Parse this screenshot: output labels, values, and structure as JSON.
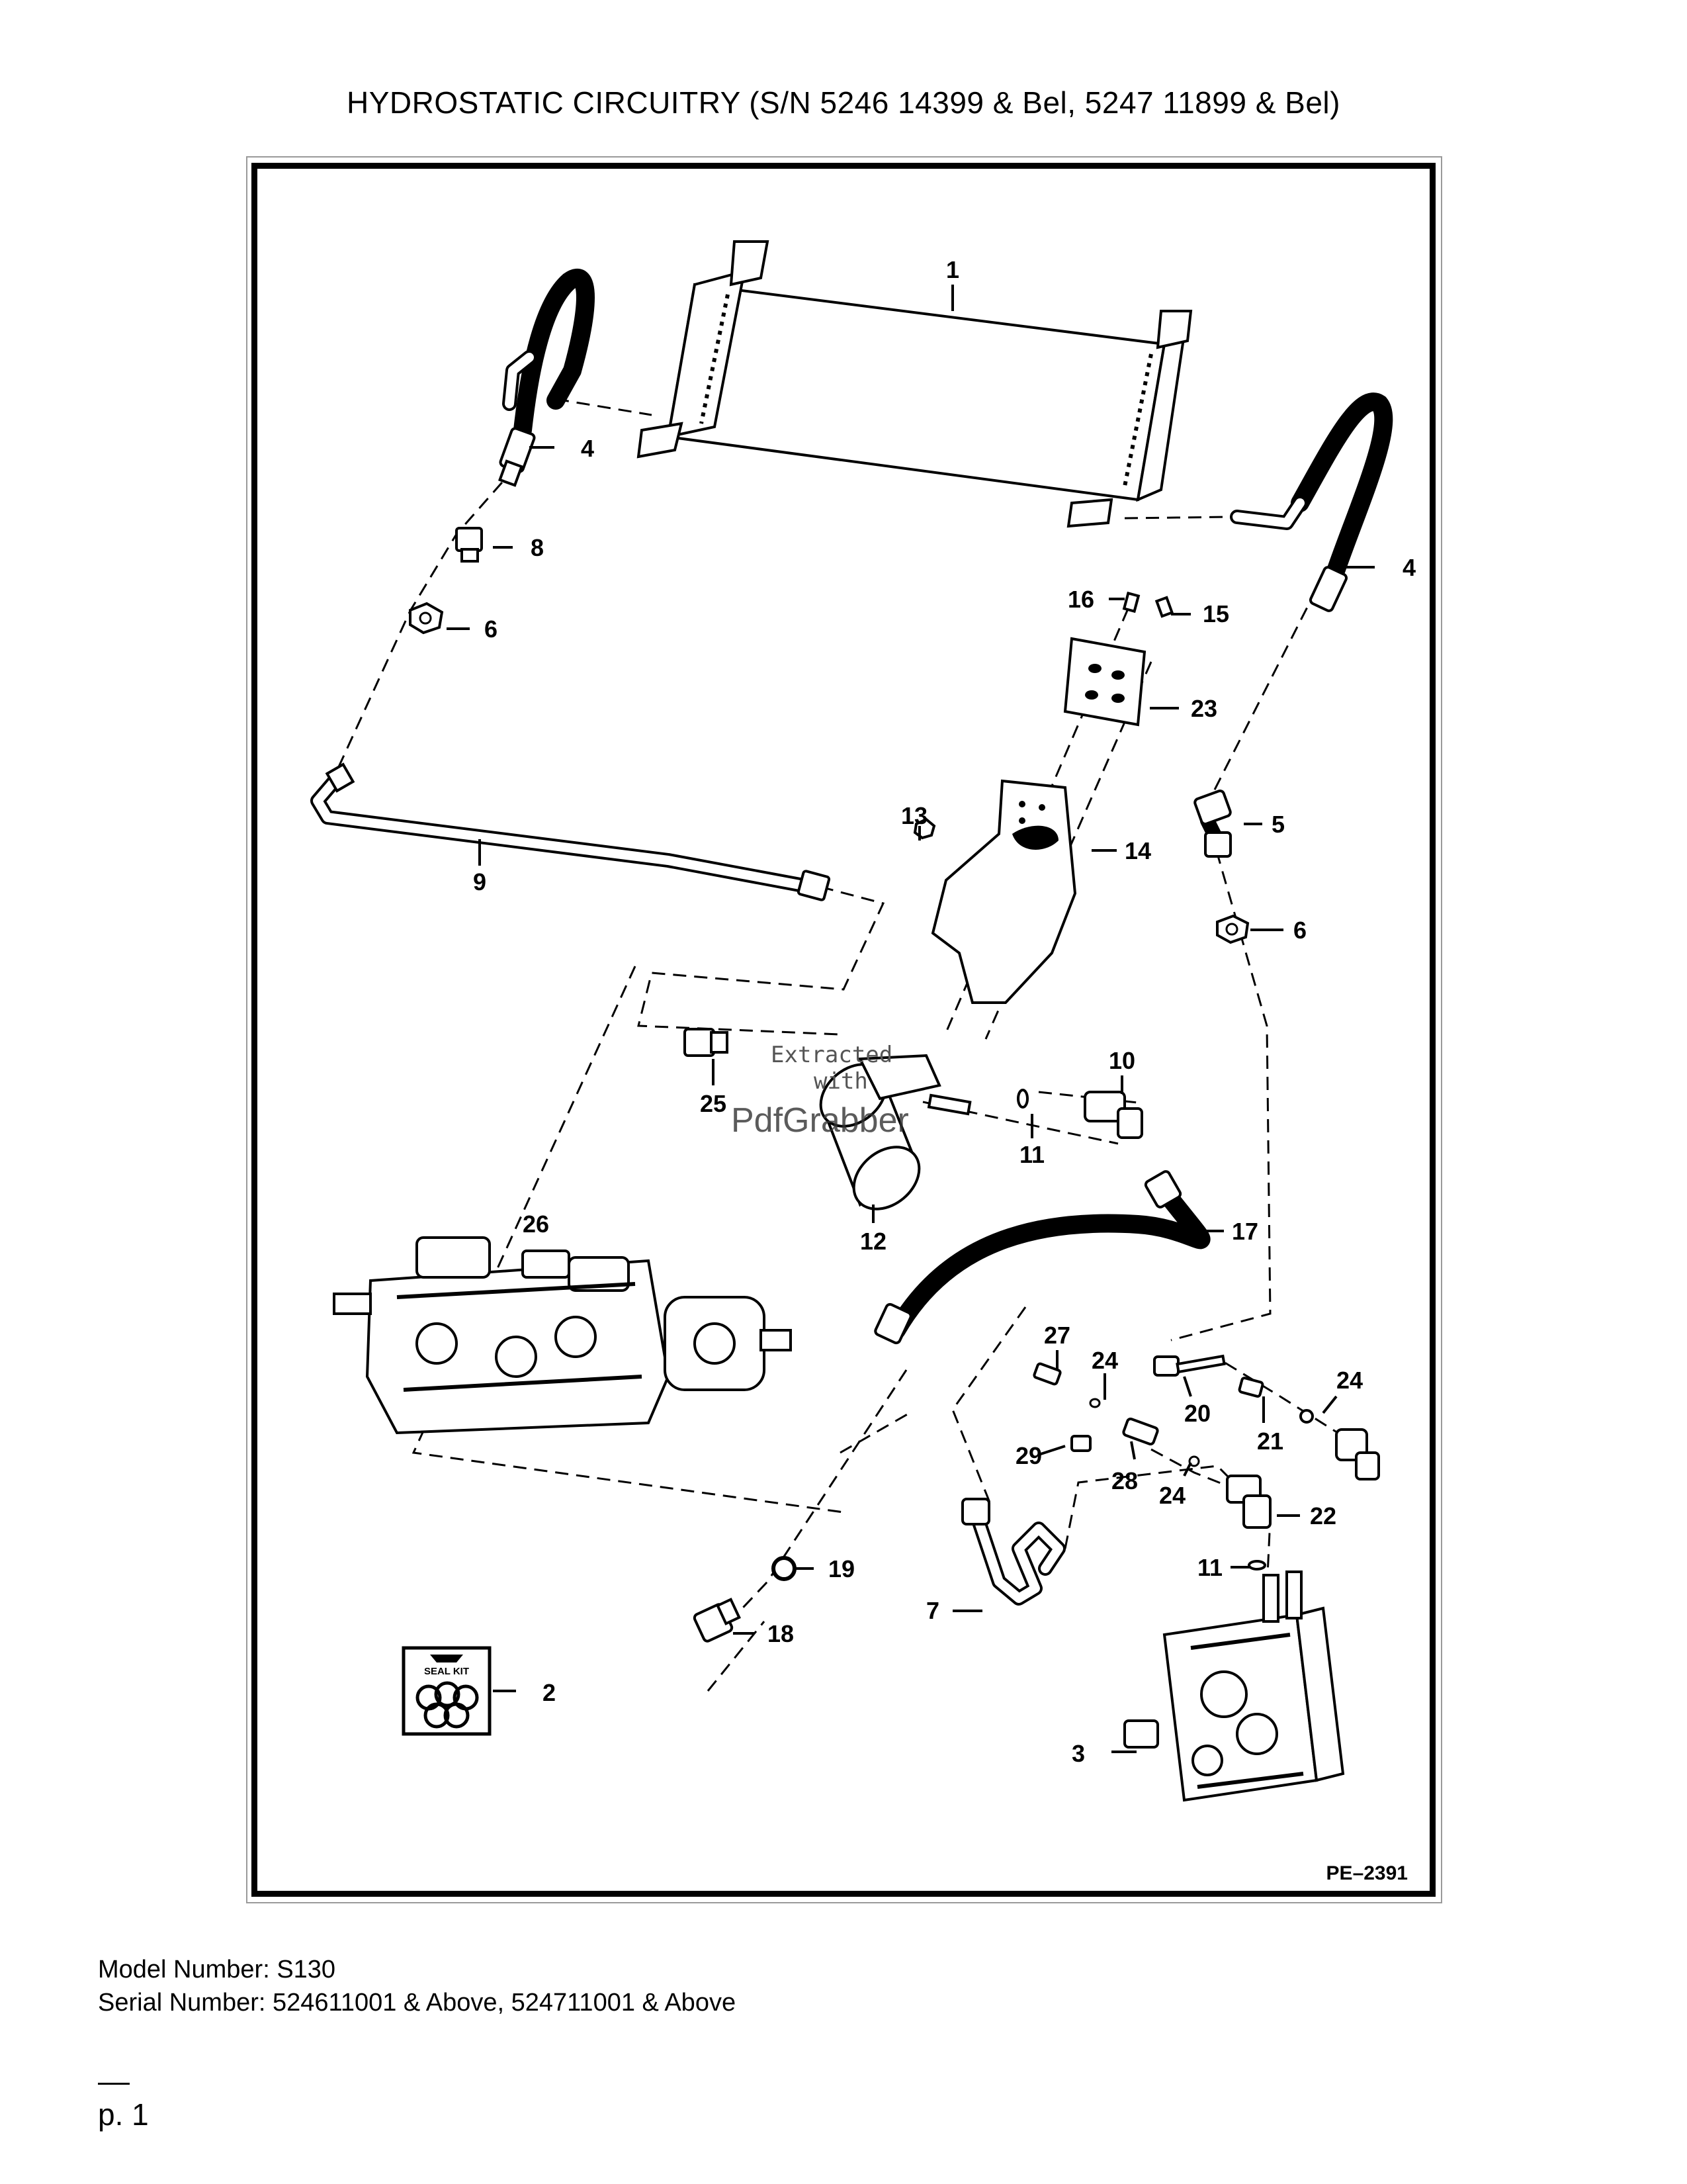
{
  "document": {
    "title": "HYDROSTATIC CIRCUITRY (S/N 5246 14399 & Bel, 5247 11899 & Bel)",
    "figure_code": "PE–2391",
    "model_number": "Model Number: S130",
    "serial_number": "Serial Number: 524611001 & Above, 524711001 & Above",
    "page_number": "p. 1"
  },
  "seal_kit_label": "SEAL KIT",
  "watermark": {
    "line1": "Extracted",
    "line2": "with",
    "line3": "PdfGrabber"
  },
  "callouts": [
    "1",
    "2",
    "3",
    "4",
    "4",
    "5",
    "6",
    "6",
    "7",
    "8",
    "9",
    "10",
    "11",
    "11",
    "12",
    "13",
    "14",
    "15",
    "16",
    "17",
    "18",
    "19",
    "20",
    "21",
    "22",
    "23",
    "24",
    "24",
    "24",
    "25",
    "26",
    "27",
    "28",
    "29"
  ]
}
